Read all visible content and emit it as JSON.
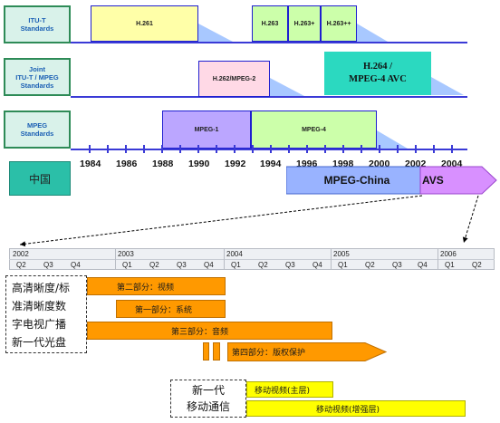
{
  "top": {
    "rows": [
      {
        "label": "ITU-T\nStandards",
        "boxes": [
          "H.261",
          "H.263",
          "H.263+",
          "H.263++"
        ]
      },
      {
        "label": "Joint\nITU-T / MPEG\nStandards",
        "boxes": [
          "H.262/MPEG-2",
          "H.264 /\nMPEG-4 AVC"
        ]
      },
      {
        "label": "MPEG\nStandards",
        "boxes": [
          "MPEG-1",
          "MPEG-4"
        ]
      }
    ],
    "years": [
      "1984",
      "1986",
      "1988",
      "1990",
      "1992",
      "1994",
      "1996",
      "1998",
      "2000",
      "2002",
      "2004"
    ],
    "china_label": "中国",
    "china_arrow": [
      "MPEG-China",
      "AVS"
    ]
  },
  "timeline": {
    "years": [
      "2002",
      "2003",
      "2004",
      "2005",
      "2006"
    ],
    "quarters": [
      "Q2",
      "Q3",
      "Q4",
      "Q1",
      "Q2",
      "Q3",
      "Q4",
      "Q1",
      "Q2",
      "Q3",
      "Q4",
      "Q1",
      "Q2",
      "Q3",
      "Q4",
      "Q1",
      "Q2"
    ]
  },
  "hd_box": {
    "lines": [
      "高清晰度/标",
      "准清晰度数",
      "字电视广播",
      "新一代光盘"
    ]
  },
  "bars": [
    "第二部分：视频",
    "第一部分：系统",
    "第三部分：音频",
    "第四部分：版权保护"
  ],
  "mobile_box": {
    "lines": [
      "新一代",
      "移动通信"
    ]
  },
  "mobile_bars": [
    "移动视频(主层)",
    "移动视频(增强层)"
  ],
  "colors": {
    "line": "#3a3ad6",
    "orange": "#ff9900",
    "yellow": "#ffff00",
    "teal": "#2bbfa8"
  }
}
